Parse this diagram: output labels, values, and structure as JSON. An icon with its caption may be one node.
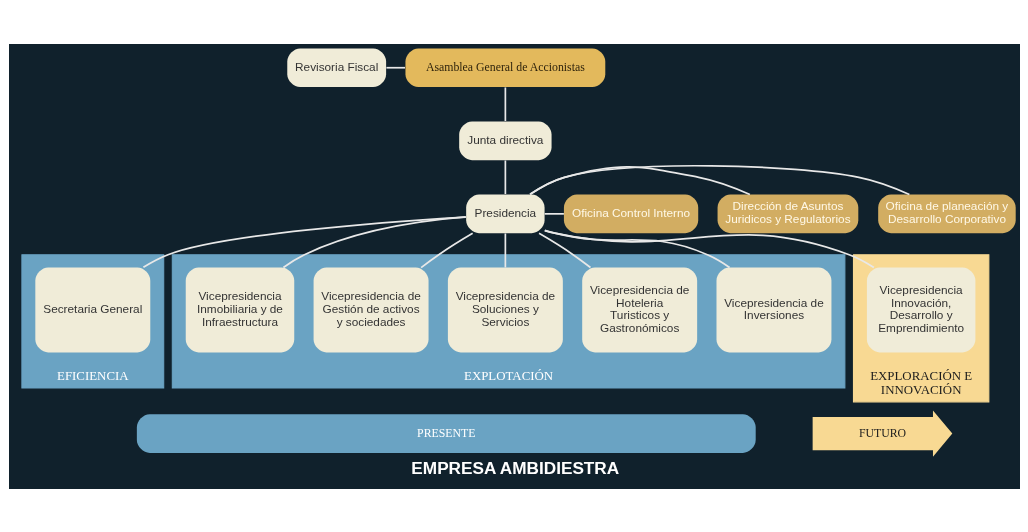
{
  "diagram": {
    "caption": "EMPRESA AMBIDIESTRA",
    "nodes": [
      {
        "text": [
          "Revisoria Fiscal"
        ]
      },
      {
        "text": [
          "Asamblea General de Accionistas"
        ]
      },
      {
        "text": [
          "Junta directiva"
        ]
      },
      {
        "text": [
          "Presidencia"
        ]
      },
      {
        "text": [
          "Oficina de planeación y Desarrollo Corporativo"
        ]
      },
      {
        "text": [
          "Dirección de Asuntos Juridicos y Regulatorios"
        ]
      },
      {
        "text": [
          "Oficina Control Interno"
        ]
      },
      {
        "text": [
          "EFICIENCIA"
        ]
      },
      {
        "text": [
          "Secretaria General"
        ],
        "in": 7
      },
      {
        "text": [
          "EXPLOTACIÓN"
        ]
      },
      {
        "text": [
          "Vicepresidencia de Inversiones"
        ],
        "in": 9
      },
      {
        "text": [
          "Vicepresidencia de Hoteleria Turisticos y Gastronómicos"
        ],
        "in": 9
      },
      {
        "text": [
          "Vicepresidencia de Soluciones y Servicios"
        ],
        "in": 9
      },
      {
        "text": [
          "Vicepresidencia de Gestión de activos y sociedades"
        ],
        "in": 9
      },
      {
        "text": [
          "Vicepresidencia Inmobiliaria y de Infraestructura"
        ],
        "in": 9
      },
      {
        "text": [
          "EXPLORACIÓN E INNOVACIÓN"
        ]
      },
      {
        "text": [
          "Vicepresidencia Innovación, Desarrollo y Emprendimiento"
        ],
        "in": 15
      },
      {
        "text": [
          "PRESENTE"
        ]
      },
      {
        "text": [
          "FUTURO"
        ]
      }
    ],
    "edges": [
      {
        "from": 0,
        "to": 1,
        "arrow": "none"
      },
      {
        "from": 1,
        "to": 2,
        "arrow": "none"
      },
      {
        "from": 2,
        "to": 3,
        "arrow": "none"
      },
      {
        "from": 3,
        "to": 4,
        "arrow": "none"
      },
      {
        "from": 3,
        "to": 5,
        "arrow": "none"
      },
      {
        "from": 3,
        "to": 6,
        "arrow": "none"
      },
      {
        "from": 3,
        "to": 8,
        "arrow": "none"
      },
      {
        "from": 3,
        "to": 10,
        "arrow": "none"
      },
      {
        "from": 3,
        "to": 11,
        "arrow": "none"
      },
      {
        "from": 3,
        "to": 12,
        "arrow": "none"
      },
      {
        "from": 3,
        "to": 13,
        "arrow": "none"
      },
      {
        "from": 3,
        "to": 14,
        "arrow": "none"
      },
      {
        "from": 3,
        "to": 16,
        "arrow": "none"
      }
    ]
  }
}
